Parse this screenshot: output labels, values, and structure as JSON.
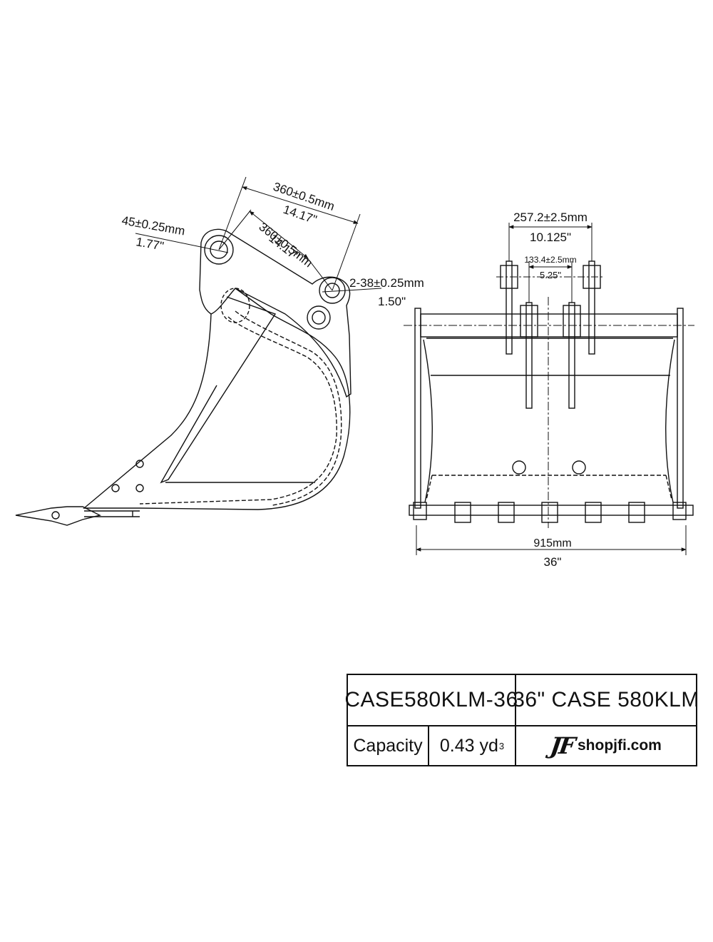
{
  "side_view": {
    "pin_center_distance_mm": "360±0.5mm",
    "pin_center_distance_in": "14.17\"",
    "pin_center_distance_2_mm": "360±0.5mm",
    "pin_center_distance_2_in": "14.17\"",
    "pin_diameter_mm": "45±0.25mm",
    "pin_diameter_in": "1.77\"",
    "ear_width_mm": "2-38±0.25mm",
    "ear_width_in": "1.50\""
  },
  "front_view": {
    "outer_ear_span_mm": "257.2±2.5mm",
    "outer_ear_span_in": "10.125\"",
    "inner_ear_span_mm": "133.4±2.5mm",
    "inner_ear_span_in": "5.25\"",
    "bucket_width_mm": "915mm",
    "bucket_width_in": "36\""
  },
  "title_block": {
    "part_number": "CASE580KLM-36",
    "description": "36\" CASE 580KLM",
    "capacity_label": "Capacity",
    "capacity_value": "0.43 yd",
    "capacity_unit_sup": "3",
    "logo_text": "JF",
    "website": "shopjfi.com"
  }
}
